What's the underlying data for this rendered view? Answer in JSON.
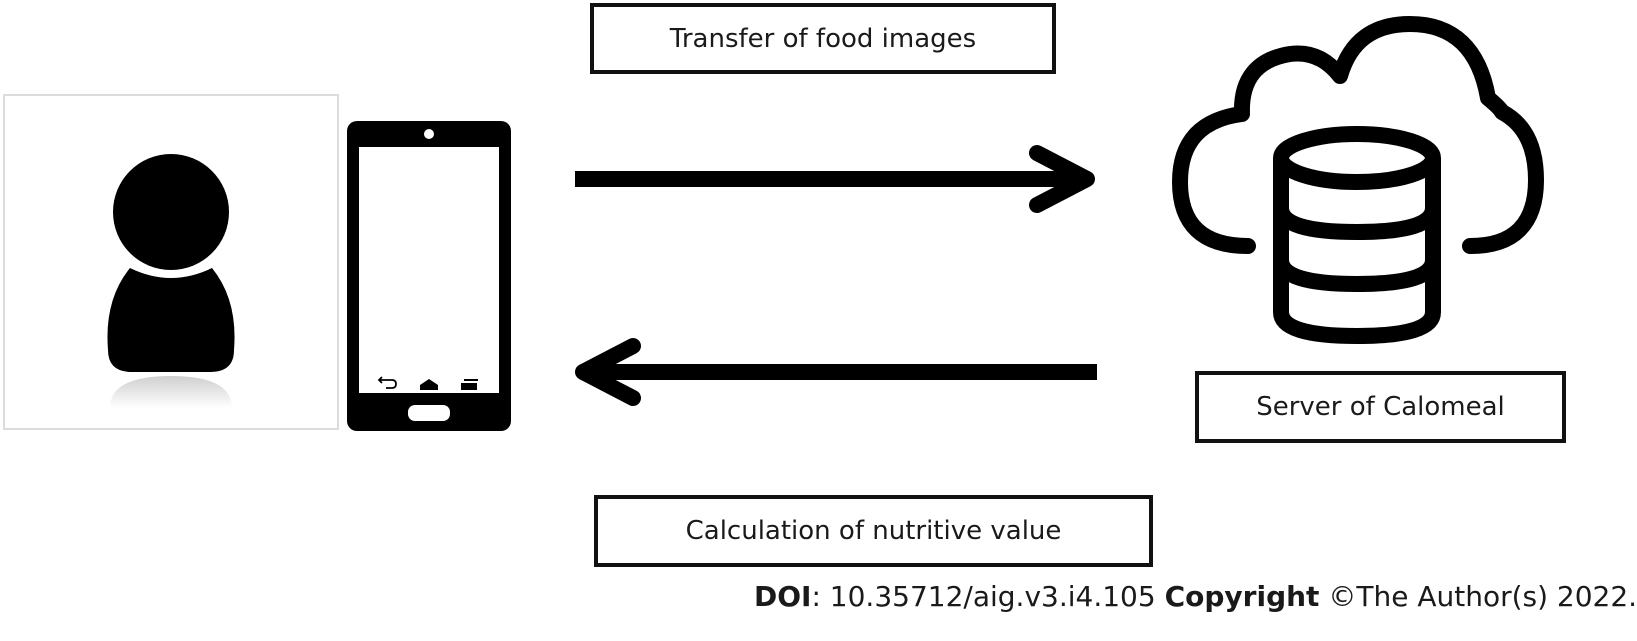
{
  "labels": {
    "transfer": "Transfer of food images",
    "server": "Server of Calomeal",
    "calculation": "Calculation of nutritive value"
  },
  "icons": {
    "user": "user-icon",
    "phone": "smartphone-icon",
    "cloud": "cloud-database-icon",
    "arrow_right": "arrow-right-icon",
    "arrow_left": "arrow-left-icon"
  },
  "footer": {
    "doi_label": "DOI",
    "doi_value": ": 10.35712/aig.v3.i4.105 ",
    "copyright_label": "Copyright",
    "copyright_value": " ©The Author(s) 2022."
  },
  "colors": {
    "stroke": "#111111",
    "frame": "#dcdcdc"
  }
}
